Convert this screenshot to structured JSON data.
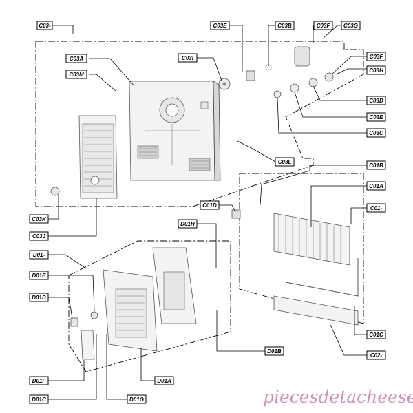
{
  "diagram": {
    "labels": [
      {
        "id": "C03-",
        "text": "C03-"
      },
      {
        "id": "C03E_top",
        "text": "C03E"
      },
      {
        "id": "C03B",
        "text": "C03B"
      },
      {
        "id": "C03F_top",
        "text": "C03F"
      },
      {
        "id": "C03G",
        "text": "C03G"
      },
      {
        "id": "C03A",
        "text": "C03A"
      },
      {
        "id": "C03I",
        "text": "C03I"
      },
      {
        "id": "C03M",
        "text": "C03M"
      },
      {
        "id": "C03F_right",
        "text": "C03F"
      },
      {
        "id": "C03H",
        "text": "C03H"
      },
      {
        "id": "C03D",
        "text": "C03D"
      },
      {
        "id": "C03E_right",
        "text": "C03E"
      },
      {
        "id": "C03C",
        "text": "C03C"
      },
      {
        "id": "C03L",
        "text": "C03L"
      },
      {
        "id": "C01B",
        "text": "C01B"
      },
      {
        "id": "C01A",
        "text": "C01A"
      },
      {
        "id": "C01D",
        "text": "C01D"
      },
      {
        "id": "C01-",
        "text": "C01-"
      },
      {
        "id": "C03K",
        "text": "C03K"
      },
      {
        "id": "C03J",
        "text": "C03J"
      },
      {
        "id": "D01H",
        "text": "D01H"
      },
      {
        "id": "D01-",
        "text": "D01-"
      },
      {
        "id": "D01E",
        "text": "D01E"
      },
      {
        "id": "D01D",
        "text": "D01D"
      },
      {
        "id": "C01C",
        "text": "C01C"
      },
      {
        "id": "D01B",
        "text": "D01B"
      },
      {
        "id": "C02-",
        "text": "C02-"
      },
      {
        "id": "D01F",
        "text": "D01F"
      },
      {
        "id": "D01A",
        "text": "D01A"
      },
      {
        "id": "D01C",
        "text": "D01C"
      },
      {
        "id": "D01G",
        "text": "D01G"
      }
    ],
    "watermark": "piecesdetacheeselec.com"
  }
}
